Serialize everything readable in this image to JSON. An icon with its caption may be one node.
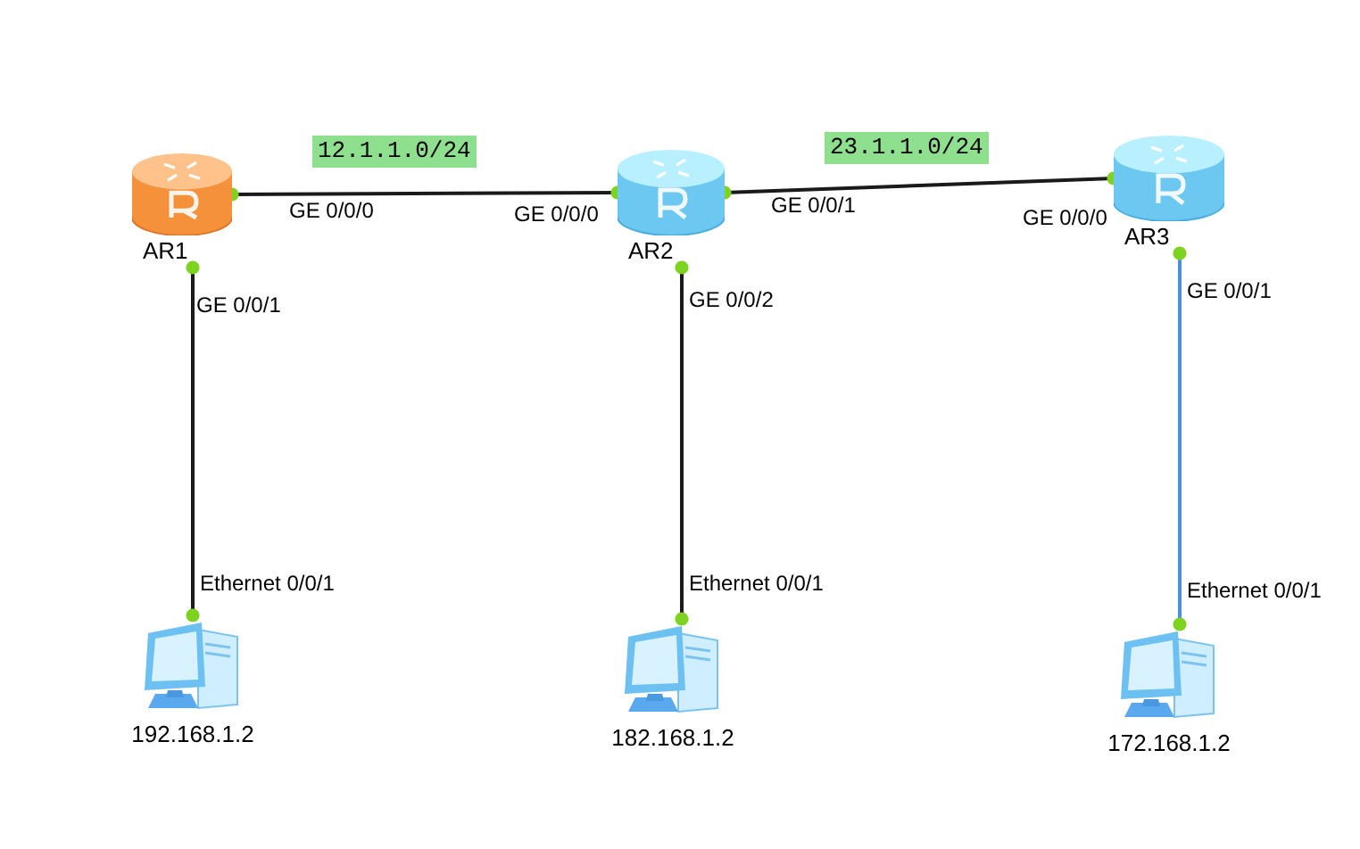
{
  "diagram": {
    "nodes": [
      {
        "text": [
          "AR1"
        ]
      },
      {
        "text": [
          "AR2"
        ]
      },
      {
        "text": [
          "AR3"
        ]
      },
      {
        "text": [
          "192.168.1.2"
        ]
      },
      {
        "text": [
          "182.168.1.2"
        ]
      },
      {
        "text": [
          "172.168.1.2"
        ]
      }
    ],
    "edges": [
      {
        "from": 0,
        "to": 1,
        "arrow": "other",
        "label": "12.1.1.0/24"
      },
      {
        "from": 1,
        "to": 2,
        "arrow": "other",
        "label": "23.1.1.0/24"
      },
      {
        "from": 0,
        "to": 3,
        "arrow": "other"
      },
      {
        "from": 1,
        "to": 4,
        "arrow": "other"
      },
      {
        "from": 2,
        "to": 5,
        "arrow": "other",
        "color": "#4a90e2"
      }
    ],
    "labels": [
      "GE 0/0/0",
      "GE 0/0/0",
      "GE 0/0/1",
      "GE 0/0/0",
      "GE 0/0/1",
      "GE 0/0/2",
      "GE 0/0/1",
      "Ethernet 0/0/1",
      "Ethernet 0/0/1",
      "Ethernet 0/0/1"
    ]
  }
}
